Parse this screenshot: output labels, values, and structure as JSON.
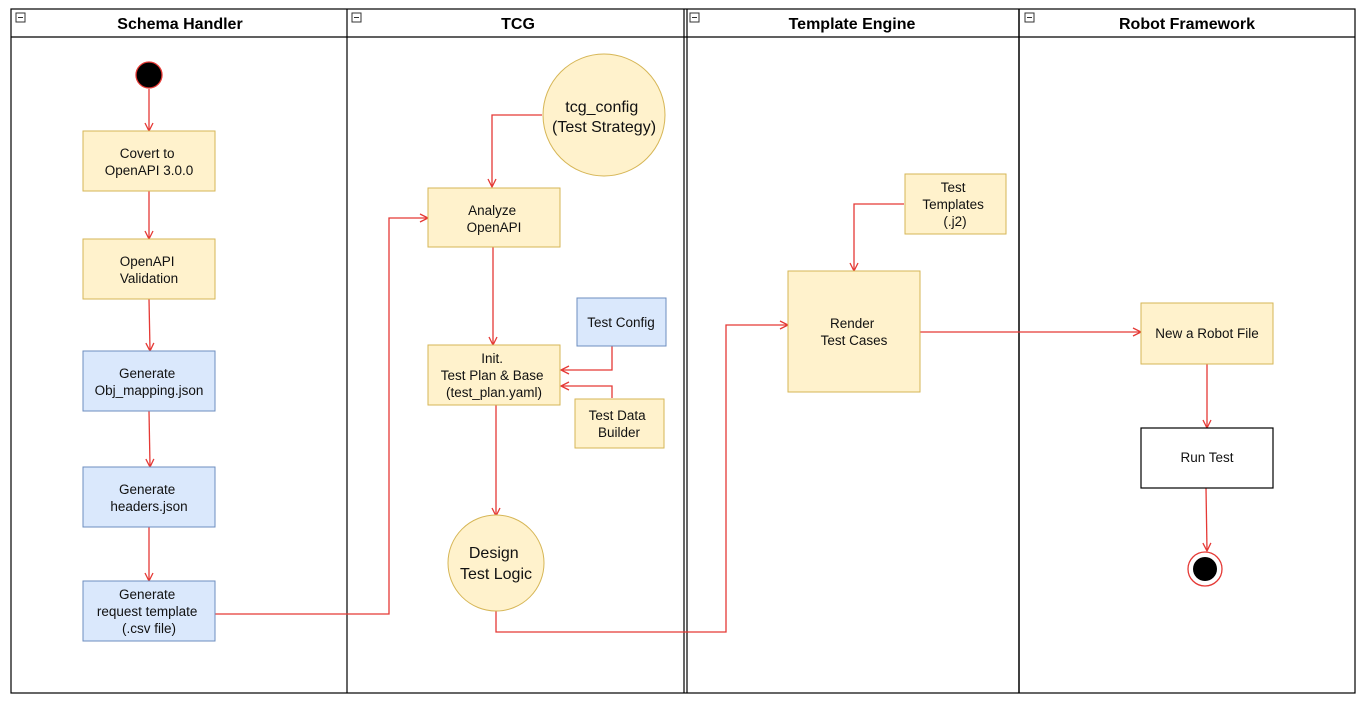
{
  "lanes": [
    {
      "id": "schema",
      "title": "Schema Handler"
    },
    {
      "id": "tcg",
      "title": "TCG"
    },
    {
      "id": "template",
      "title": "Template Engine"
    },
    {
      "id": "robot",
      "title": "Robot Framework"
    }
  ],
  "nodes": {
    "convert": [
      "Covert to",
      "OpenAPI 3.0.0"
    ],
    "validation": [
      "OpenAPI",
      "Validation"
    ],
    "objmap": [
      "Generate",
      "Obj_mapping.json"
    ],
    "headers": [
      "Generate",
      "headers.json"
    ],
    "reqtpl": [
      "Generate",
      "request template",
      "(.csv file)"
    ],
    "tcgconfig": [
      "tcg_config",
      "(Test Strategy)"
    ],
    "analyze": [
      "Analyze",
      "OpenAPI"
    ],
    "testconfig": [
      "Test Config"
    ],
    "init": [
      "Init.",
      "Test Plan & Base",
      "(test_plan.yaml)"
    ],
    "databuilder": [
      "Test Data",
      "Builder"
    ],
    "design": [
      "Design",
      "Test Logic"
    ],
    "templates": [
      "Test",
      "Templates",
      "(.j2)"
    ],
    "render": [
      "Render",
      "Test Cases"
    ],
    "newrobot": [
      "New a Robot File"
    ],
    "runtest": [
      "Run Test"
    ]
  },
  "colors": {
    "yellow_fill": "#fff2cc",
    "yellow_stroke": "#d6b656",
    "blue_fill": "#dae8fc",
    "blue_stroke": "#6c8ebf",
    "arrow": "#e53935",
    "border": "#000000"
  }
}
